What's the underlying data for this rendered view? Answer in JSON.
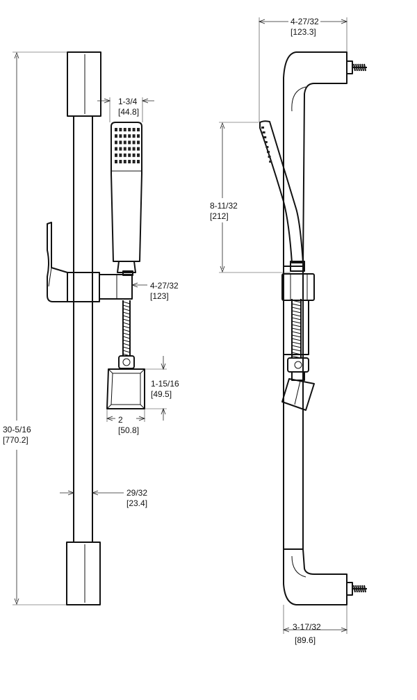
{
  "front_view": {
    "overall_height": {
      "fraction": "30-5/16",
      "metric": "[770.2]"
    },
    "handshower_width": {
      "fraction": "1-3/4",
      "metric": "[44.8]"
    },
    "holder_projection": {
      "fraction": "4-27/32",
      "metric": "[123]"
    },
    "outlet_height": {
      "fraction": "1-15/16",
      "metric": "[49.5]"
    },
    "outlet_width": {
      "fraction": "2",
      "metric": "[50.8]"
    },
    "bar_diameter": {
      "fraction": "29/32",
      "metric": "[23.4]"
    }
  },
  "side_view": {
    "wall_projection": {
      "fraction": "4-27/32",
      "metric": "[123.3]"
    },
    "handshower_length": {
      "fraction": "8-11/32",
      "metric": "[212]"
    },
    "bracket_depth": {
      "fraction": "3-17/32",
      "metric": "[89.6]"
    }
  }
}
